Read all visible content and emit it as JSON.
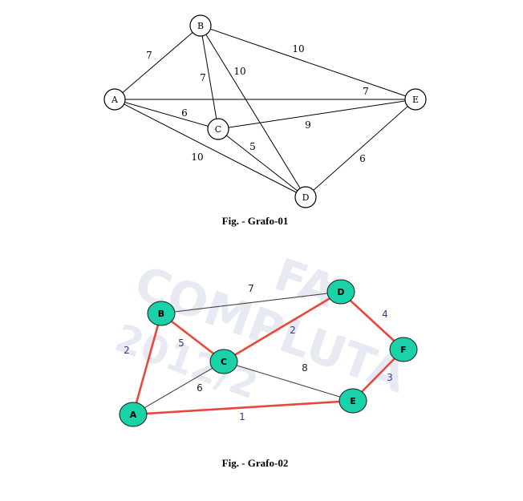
{
  "graph1": {
    "caption": "Fig. - Grafo-01",
    "nodes": [
      {
        "id": "A",
        "label": "A"
      },
      {
        "id": "B",
        "label": "B"
      },
      {
        "id": "C",
        "label": "C"
      },
      {
        "id": "D",
        "label": "D"
      },
      {
        "id": "E",
        "label": "E"
      }
    ],
    "edges": [
      {
        "from": "A",
        "to": "B",
        "weight": "7"
      },
      {
        "from": "B",
        "to": "E",
        "weight": "10"
      },
      {
        "from": "B",
        "to": "C",
        "weight": "7"
      },
      {
        "from": "B",
        "to": "D",
        "weight": "10"
      },
      {
        "from": "A",
        "to": "E",
        "weight": "7"
      },
      {
        "from": "A",
        "to": "C",
        "weight": "6"
      },
      {
        "from": "C",
        "to": "E",
        "weight": "9"
      },
      {
        "from": "C",
        "to": "D",
        "weight": "5"
      },
      {
        "from": "A",
        "to": "D",
        "weight": "10"
      },
      {
        "from": "E",
        "to": "D",
        "weight": "6"
      }
    ]
  },
  "graph2": {
    "caption": "Fig. - Grafo-02",
    "watermark_lines": [
      "FA",
      "COMPLUTA",
      "2012/2"
    ],
    "colors": {
      "node_fill": "#19d2a8",
      "highlight_edge": "#e8483a",
      "normal_edge": "#444444",
      "highlight_weight": "#3a3a8a",
      "normal_weight": "#222222"
    },
    "nodes": [
      {
        "id": "A",
        "label": "A"
      },
      {
        "id": "B",
        "label": "B"
      },
      {
        "id": "C",
        "label": "C"
      },
      {
        "id": "D",
        "label": "D"
      },
      {
        "id": "E",
        "label": "E"
      },
      {
        "id": "F",
        "label": "F"
      }
    ],
    "edges": [
      {
        "from": "B",
        "to": "D",
        "weight": "7",
        "highlight": false
      },
      {
        "from": "A",
        "to": "B",
        "weight": "2",
        "highlight": true
      },
      {
        "from": "B",
        "to": "C",
        "weight": "5",
        "highlight": true
      },
      {
        "from": "C",
        "to": "D",
        "weight": "2",
        "highlight": true
      },
      {
        "from": "D",
        "to": "F",
        "weight": "4",
        "highlight": true
      },
      {
        "from": "A",
        "to": "C",
        "weight": "6",
        "highlight": false
      },
      {
        "from": "C",
        "to": "E",
        "weight": "8",
        "highlight": false
      },
      {
        "from": "E",
        "to": "F",
        "weight": "3",
        "highlight": true
      },
      {
        "from": "A",
        "to": "E",
        "weight": "1",
        "highlight": true
      }
    ]
  }
}
